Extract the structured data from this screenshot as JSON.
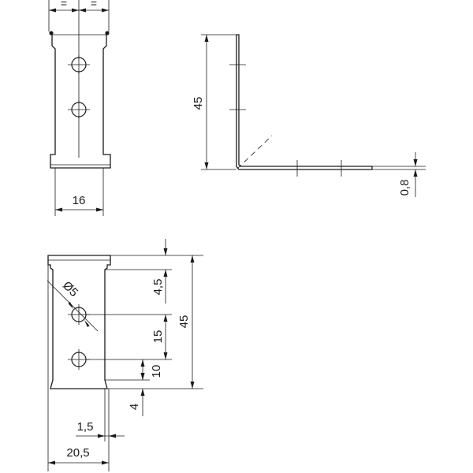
{
  "front_view": {
    "eq_left": "=",
    "eq_right": "=",
    "width_16": "16"
  },
  "side_view": {
    "height_45": "45",
    "thickness_08": "0,8"
  },
  "bottom_view": {
    "diameter": "Ø5",
    "dim_4_5": "4,5",
    "dim_15": "15",
    "dim_45": "45",
    "dim_10": "10",
    "dim_4": "4",
    "dim_1_5": "1,5",
    "dim_20_5": "20,5"
  }
}
